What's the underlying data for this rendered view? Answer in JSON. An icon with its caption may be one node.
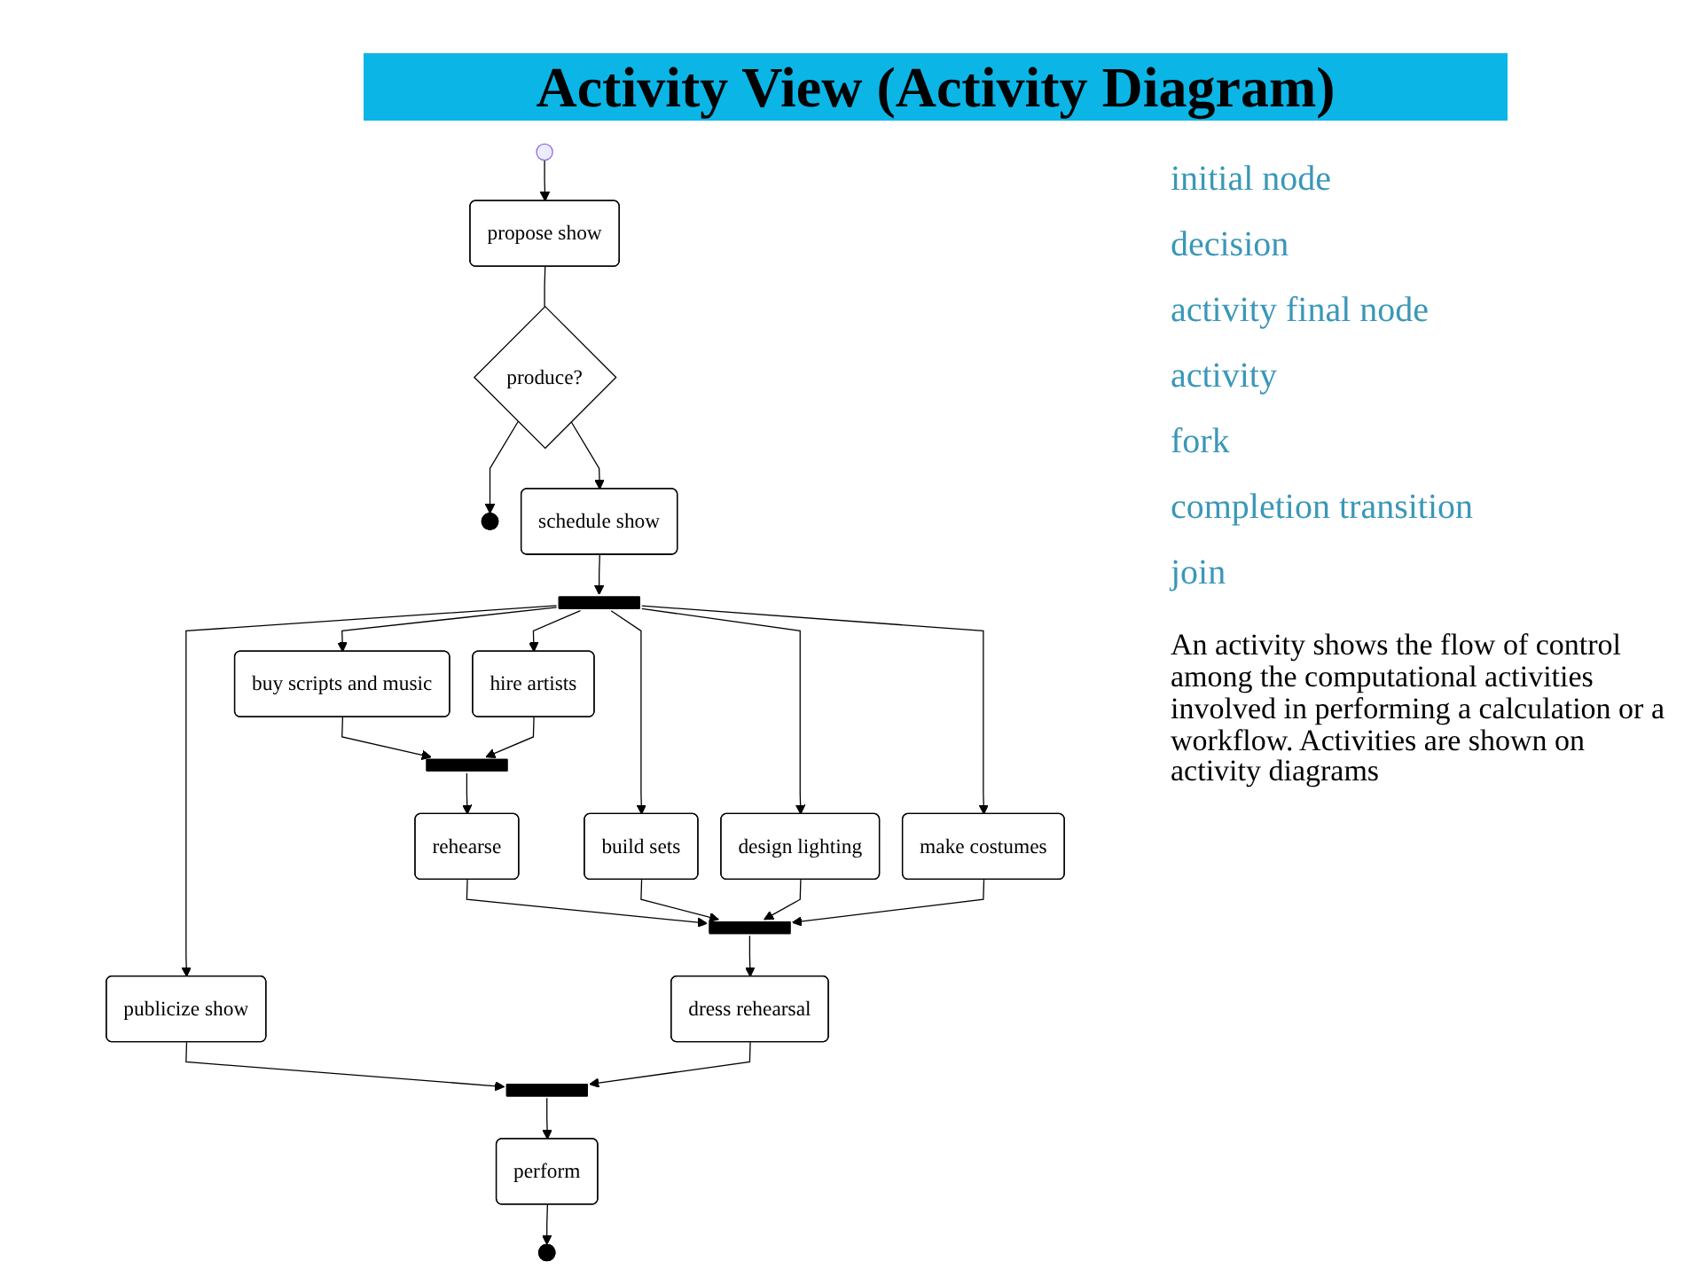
{
  "diagram": {
    "title": "Activity View (Activity Diagram)",
    "nodes": [
      {
        "text": [],
        "shape": "circle"
      },
      {
        "text": [
          "propose show"
        ]
      },
      {
        "text": [
          "produce?"
        ]
      },
      {
        "text": [],
        "shape": "circle"
      },
      {
        "text": [
          "schedule show"
        ]
      },
      {
        "text": [],
        "shape": "bar"
      },
      {
        "text": [
          "publicize show"
        ]
      },
      {
        "text": [
          "buy scripts and music"
        ]
      },
      {
        "text": [
          "hire artists"
        ]
      },
      {
        "text": [
          "build sets"
        ]
      },
      {
        "text": [
          "design lighting"
        ]
      },
      {
        "text": [
          "make costumes"
        ]
      },
      {
        "text": [],
        "shape": "bar"
      },
      {
        "text": [
          "rehearse"
        ]
      },
      {
        "text": [],
        "shape": "bar"
      },
      {
        "text": [
          "dress rehearsal"
        ]
      },
      {
        "text": [],
        "shape": "bar"
      },
      {
        "text": [
          "perform"
        ]
      },
      {
        "text": [],
        "shape": "circle"
      }
    ],
    "edges": [
      {
        "from": 0,
        "to": 1,
        "arrow": "to"
      },
      {
        "from": 1,
        "to": 2,
        "arrow": "none"
      },
      {
        "from": 2,
        "to": 4,
        "arrow": "to"
      },
      {
        "from": 2,
        "to": 3,
        "arrow": "to"
      },
      {
        "from": 4,
        "to": 5,
        "arrow": "to"
      },
      {
        "from": 5,
        "to": 6,
        "arrow": "to"
      },
      {
        "from": 5,
        "to": 7,
        "arrow": "to"
      },
      {
        "from": 5,
        "to": 8,
        "arrow": "to"
      },
      {
        "from": 5,
        "to": 9,
        "arrow": "to"
      },
      {
        "from": 5,
        "to": 10,
        "arrow": "to"
      },
      {
        "from": 5,
        "to": 11,
        "arrow": "to"
      },
      {
        "from": 7,
        "to": 12,
        "arrow": "to"
      },
      {
        "from": 8,
        "to": 12,
        "arrow": "to"
      },
      {
        "from": 12,
        "to": 13,
        "arrow": "to"
      },
      {
        "from": 13,
        "to": 14,
        "arrow": "to"
      },
      {
        "from": 9,
        "to": 14,
        "arrow": "to"
      },
      {
        "from": 10,
        "to": 14,
        "arrow": "to"
      },
      {
        "from": 11,
        "to": 14,
        "arrow": "to"
      },
      {
        "from": 14,
        "to": 15,
        "arrow": "to"
      },
      {
        "from": 6,
        "to": 16,
        "arrow": "to"
      },
      {
        "from": 15,
        "to": 16,
        "arrow": "to"
      },
      {
        "from": 16,
        "to": 17,
        "arrow": "to"
      },
      {
        "from": 17,
        "to": 18,
        "arrow": "to"
      }
    ],
    "labels": [
      "initial node",
      "decision",
      "activity final node",
      "activity",
      "fork",
      "completion transition",
      "join",
      "An activity shows the flow of control among the computational activities involved in performing a calculation or a workflow. Activities are shown on activity diagrams"
    ]
  }
}
